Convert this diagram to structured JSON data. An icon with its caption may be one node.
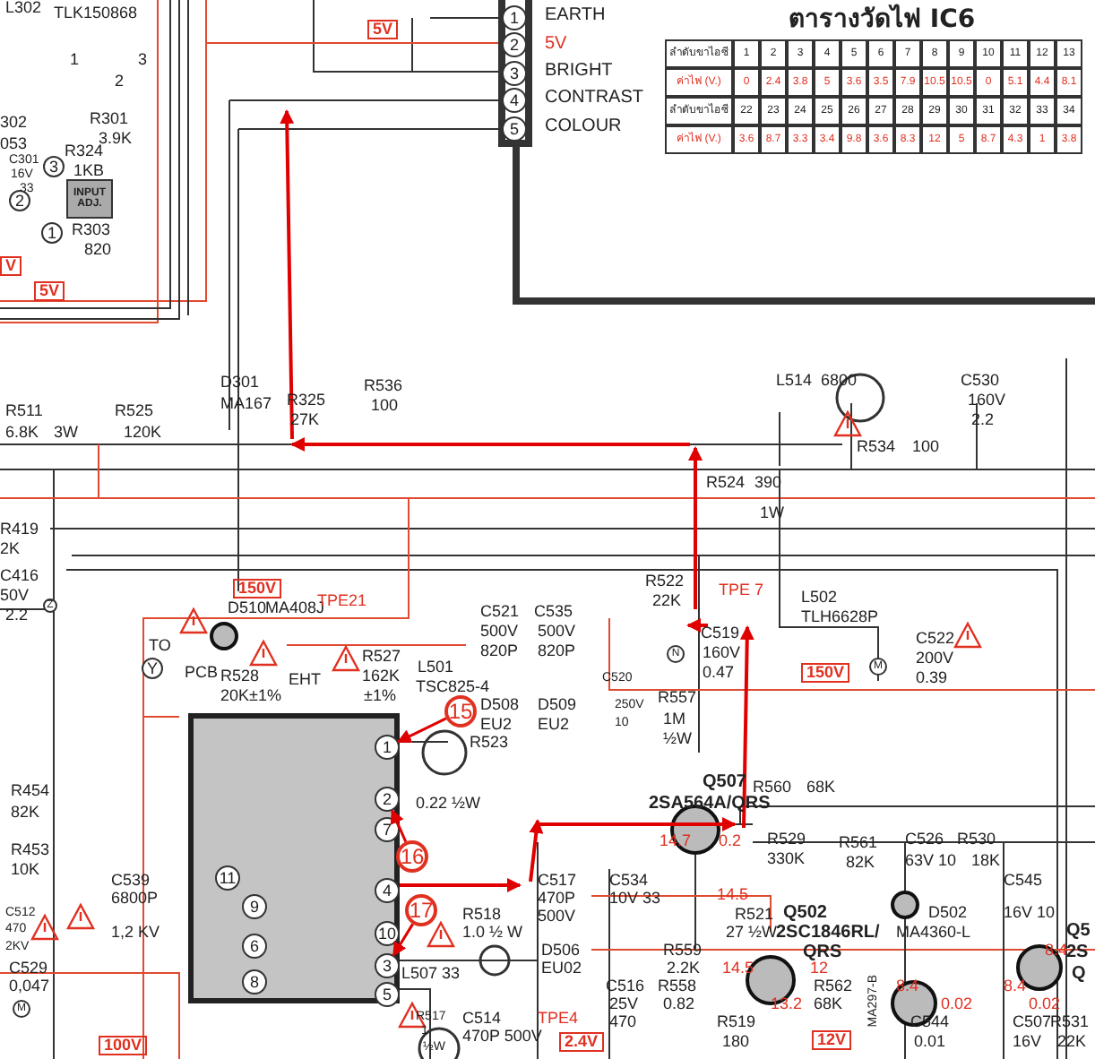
{
  "diagram": {
    "nodes": [
      {
        "text": [
          "1"
        ]
      },
      {
        "text": [
          "2"
        ]
      },
      {
        "text": [
          "3"
        ]
      },
      {
        "text": [
          "4"
        ]
      },
      {
        "text": [
          "5"
        ]
      },
      {
        "text": [
          "3"
        ]
      },
      {
        "text": [
          "INPUT ADJ."
        ]
      },
      {
        "text": [
          "2"
        ]
      },
      {
        "text": [
          "1"
        ]
      },
      {
        "text": [
          "Z"
        ]
      },
      {
        "text": [
          "N"
        ]
      },
      {
        "text": [
          "Y"
        ]
      },
      {
        "text": [
          "M"
        ]
      },
      {
        "text": [
          "15"
        ]
      },
      {
        "text": [],
        "shape": "box"
      },
      {
        "text": [
          "1"
        ],
        "in": 14
      },
      {
        "text": [
          "2"
        ],
        "in": 14
      },
      {
        "text": [
          "7"
        ],
        "in": 14
      },
      {
        "text": [
          "16"
        ]
      },
      {
        "text": [
          "11"
        ],
        "in": 14
      },
      {
        "text": [
          "4"
        ],
        "in": 14
      },
      {
        "text": [
          "9"
        ],
        "in": 14
      },
      {
        "text": [
          "17"
        ]
      },
      {
        "text": [
          "10"
        ],
        "in": 14
      },
      {
        "text": [
          "6"
        ],
        "in": 14
      },
      {
        "text": [
          "3"
        ],
        "in": 14
      },
      {
        "text": [
          "M"
        ]
      },
      {
        "text": [
          "8"
        ],
        "in": 14
      },
      {
        "text": [
          "5"
        ],
        "in": 14
      }
    ],
    "edges": [
      {
        "from": 13,
        "to": 15,
        "arrow": "to"
      },
      {
        "from": 18,
        "to": 16,
        "arrow": "to"
      },
      {
        "from": 22,
        "to": 25,
        "arrow": "to"
      }
    ],
    "labels": [
      "L302",
      "TLK150868",
      "1",
      "3",
      "2",
      "302",
      "R301",
      "3.9K",
      "053",
      "R324",
      "C301",
      "16V",
      "1KB",
      "33",
      "R303",
      "820",
      "V",
      "5V",
      "5V",
      "EARTH",
      "5V",
      "BRIGHT",
      "CONTRAST",
      "COLOUR",
      "ตารางวัดไฟ IC6",
      "ลำดับขาไอซี",
      "1",
      "2",
      "3",
      "4",
      "5",
      "6",
      "7",
      "8",
      "9",
      "10",
      "11",
      "12",
      "13",
      "ค่าไฟ (V.)",
      "0",
      "2.4",
      "3.8",
      "5",
      "3.6",
      "3.5",
      "7.9",
      "10.5",
      "10.5",
      "0",
      "5.1",
      "4.4",
      "8.1",
      "ลำดับขาไอซี",
      "22",
      "23",
      "24",
      "25",
      "26",
      "27",
      "28",
      "29",
      "30",
      "31",
      "32",
      "33",
      "34",
      "ค่าไฟ (V.)",
      "3.6",
      "8.7",
      "3.3",
      "3.4",
      "9.8",
      "3.6",
      "8.3",
      "12",
      "5",
      "8.7",
      "4.3",
      "1",
      "3.8",
      "D301",
      "R536",
      "MA167",
      "R325",
      "100",
      "27K",
      "R511",
      "R525",
      "6.8K",
      "3W",
      "120K",
      "L514",
      "6800",
      "C530",
      "160V",
      "2.2",
      "R534",
      "100",
      "R524",
      "390",
      "1W",
      "R419",
      "2K",
      "C416",
      "50V",
      "2.2",
      "150V",
      "R522",
      "22K",
      "TPE 7",
      "D510",
      "MA408J",
      "TPE21",
      "C521",
      "C535",
      "L502",
      "TLH6628P",
      "500V",
      "500V",
      "C519",
      "C522",
      "TO",
      "L501",
      "820P",
      "820P",
      "160V",
      "200V",
      "PCB",
      "R528",
      "EHT",
      "R527",
      "0.47",
      "150V",
      "0.39",
      "TSC825-4",
      "162K",
      "20K±1%",
      "±1%",
      "C520",
      "D508",
      "D509",
      "250V",
      "R557",
      "EU2",
      "EU2",
      "10",
      "1M",
      "R523",
      "½W",
      "R454",
      "Q507",
      "R560",
      "68K",
      "0.22 ½W",
      "2SA564A/QRS",
      "82K",
      "14.7",
      "0.2",
      "R529",
      "330K",
      "R561",
      "82K",
      "C526",
      "R530",
      "R453",
      "10K",
      "63V 10",
      "18K",
      "C539",
      "C517",
      "C534",
      "C545",
      "6800P",
      "470P",
      "10V 33",
      "14.5",
      "C512",
      "R518",
      "500V",
      "R521",
      "Q502",
      "D502",
      "16V 10",
      "470",
      "1,2 KV",
      "1.0 ½ W",
      "27 ½W",
      "2SC1846RL/",
      "MA4360-L",
      "Q5",
      "2KV",
      "D506",
      "R559",
      "QRS",
      "8.4",
      "2S",
      "C529",
      "EU02",
      "2.2K",
      "14.5",
      "12",
      "Q",
      "0,047",
      "L507 33",
      "C516",
      "R558",
      "R562",
      "MA297-B",
      "8.4",
      "8.4",
      "25V",
      "0.82",
      "13.2",
      "68K",
      "0.02",
      "0.02",
      "R517",
      "C514",
      "TPE4",
      "470",
      "R519",
      "C544",
      "C507",
      "R531",
      "100V",
      "1",
      "½W",
      "470P 500V",
      "2.4V",
      "180",
      "12V",
      "0.01",
      "16V",
      "22K"
    ]
  }
}
